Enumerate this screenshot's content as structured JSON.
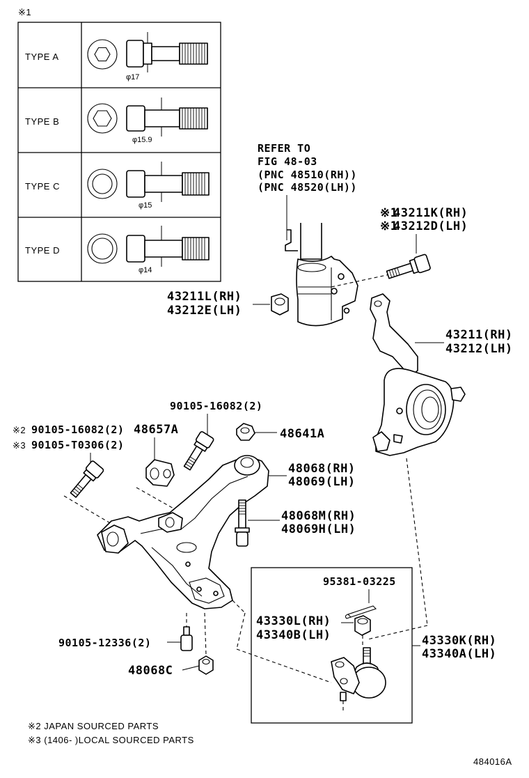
{
  "figure_id": "484016A",
  "type_table": {
    "marker": "※1",
    "rows": [
      {
        "label": "TYPE  A",
        "dia": "φ17"
      },
      {
        "label": "TYPE  B",
        "dia": "φ15.9"
      },
      {
        "label": "TYPE  C",
        "dia": "φ15"
      },
      {
        "label": "TYPE  D",
        "dia": "φ14"
      }
    ]
  },
  "refer": {
    "line1": "REFER TO",
    "line2": "FIG 48-03",
    "line3": "(PNC 48510(RH))",
    "line4": "(PNC 48520(LH))"
  },
  "parts": {
    "bolt_k_rh": "43211K(RH)",
    "bolt_k_lh": "43212D(LH)",
    "bolt_k_mark": "※1",
    "nut_l_rh": "43211L(RH)",
    "nut_l_lh": "43212E(LH)",
    "knuckle_rh": "43211(RH)",
    "knuckle_lh": "43212(LH)",
    "bolt_90105_16082": "90105-16082(2)",
    "bolt_90105_16082_b": "90105-16082(2)",
    "bolt_90105_16082_b_mark": "※2",
    "bolt_t0306": "90105-T0306(2)",
    "bolt_t0306_mark": "※3",
    "bracket_48657a": "48657A",
    "nut_48641a": "48641A",
    "arm_rh": "48068(RH)",
    "arm_lh": "48069(LH)",
    "bolt_m_rh": "48068M(RH)",
    "bolt_h_lh": "48069H(LH)",
    "cotter_pin": "95381-03225",
    "nut_43330l_rh": "43330L(RH)",
    "nut_43340b_lh": "43340B(LH)",
    "ball_joint_rh": "43330K(RH)",
    "ball_joint_lh": "43340A(LH)",
    "bolt_12336": "90105-12336(2)",
    "nut_48068c": "48068C"
  },
  "notes": {
    "note2": "※2 JAPAN SOURCED PARTS",
    "note3": "※3 (1406-   )LOCAL SOURCED PARTS"
  }
}
